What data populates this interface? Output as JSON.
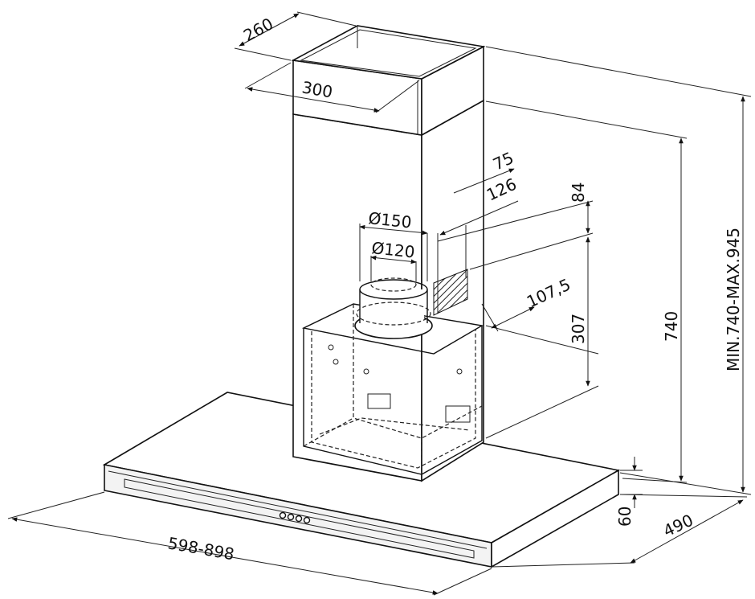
{
  "dimensions": {
    "chimney_depth": "260",
    "chimney_width": "300",
    "outlet_outer_diameter": "Ø150",
    "outlet_inner_diameter": "Ø120",
    "bracket_offset_1": "75",
    "bracket_offset_2": "126",
    "bracket_height": "84",
    "side_offset": "107,5",
    "lower_height": "307",
    "hood_height": "740",
    "total_height": "MIN.740-MAX.945",
    "canopy_thickness": "60",
    "canopy_depth": "490",
    "canopy_width": "598-898"
  },
  "control_buttons": 4
}
